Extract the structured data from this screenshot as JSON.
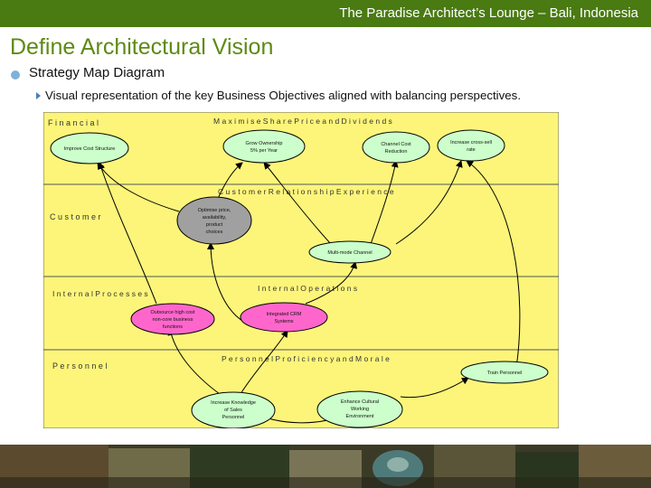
{
  "header": {
    "title": "The Paradise Architect’s Lounge – Bali, Indonesia"
  },
  "slide": {
    "title": "Define Architectural Vision",
    "bullet": "Strategy Map Diagram",
    "sub_bullet": "Visual representation of the key Business Objectives aligned with balancing perspectives."
  },
  "diagram": {
    "colors": {
      "background": "#fdf57a",
      "green_node": "#ccffcc",
      "gray_node": "#a0a0a0",
      "pink_node": "#ff66cc",
      "edge": "#000000"
    },
    "lanes": {
      "financial": {
        "label": "F i n a n c i a l",
        "heading": "M a x i m i s e S h a r e P r i c e a n d D i v i d e n d s"
      },
      "customer": {
        "label": "C u s t o m e r",
        "heading": "C u s t o m e r R e l a t i o n s h i p E x p e r i e n c e"
      },
      "internal": {
        "label": "I n t e r n a l P r o c e s s e s",
        "heading": "I n t e r n a l O p e r a t i o n s"
      },
      "personnel": {
        "label": "P e r s o n n e l",
        "heading": "P e r s o n n e l P r o f i c i e n c y a n d M o r a l e"
      }
    },
    "nodes": {
      "cost": {
        "lines": [
          "Improve Cost Structure"
        ]
      },
      "grow": {
        "lines": [
          "Grow Ownership",
          "5% per Year"
        ]
      },
      "channel_cost": {
        "lines": [
          "Channel Cost",
          "Reduction"
        ]
      },
      "crosssell": {
        "lines": [
          "Increase cross-sell",
          "rate"
        ]
      },
      "optimise": {
        "lines": [
          "Optimise price,",
          "availability,",
          "product",
          "choices"
        ]
      },
      "multimode": {
        "lines": [
          "Multi-mode Channel"
        ]
      },
      "outsource": {
        "lines": [
          "Outsource high cost",
          "non-core business",
          "functions"
        ]
      },
      "crm": {
        "lines": [
          "Integrated CRM",
          "Systems"
        ]
      },
      "train": {
        "lines": [
          "Train Personnel"
        ]
      },
      "knowledge": {
        "lines": [
          "Increase Knowledge",
          "of Sales",
          "Personnel"
        ]
      },
      "cultural": {
        "lines": [
          "Enhance Cultural",
          "Working",
          "Environment"
        ]
      }
    }
  }
}
